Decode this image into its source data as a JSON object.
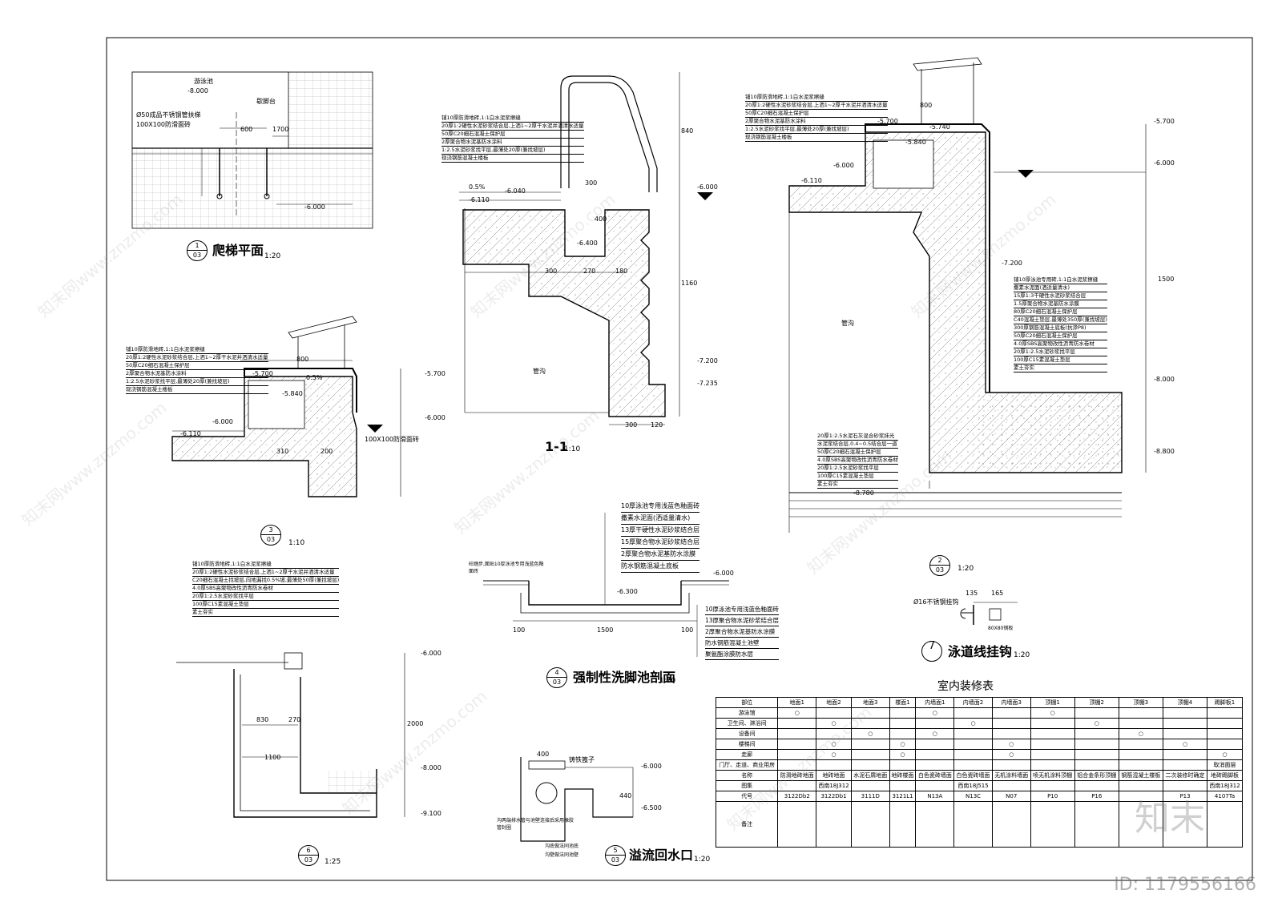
{
  "titles": {
    "ladder_plan": "爬梯平面",
    "section_1_1": "1-1",
    "footbath": "强制性洗脚池剖面",
    "overflow": "溢流回水口",
    "lane_hook": "泳道线挂钩",
    "table": "室内装修表"
  },
  "scales": {
    "s20": "1:20",
    "s10": "1:10",
    "s25": "1:25"
  },
  "bubbles": {
    "b1": "1",
    "b2": "2",
    "b3": "3",
    "b4": "4",
    "b5": "5",
    "b6": "6",
    "b7": "7",
    "sheet": "03"
  },
  "labels": {
    "pool": "游泳池",
    "minus_8": "-8.000",
    "minus_6": "-6.000",
    "minus_6300": "-6.300",
    "minus_6040": "-6.040",
    "minus_6110": "-6.110",
    "minus_6400": "-6.400",
    "minus_5700": "-5.700",
    "minus_5740": "-5.740",
    "minus_5840": "-5.840",
    "minus_7200": "-7.200",
    "minus_7235": "-7.235",
    "minus_8780": "-8.780",
    "minus_8800": "-8.800",
    "minus_9100": "-9.100",
    "minus_6500": "-6.500",
    "handrail": "Ø50成品不锈钢管扶梯",
    "tile": "100X100防滑面砖",
    "ladder": "歇脚台",
    "pipe_trench": "管沟",
    "hook_steel": "Ø16不锈钢挂钩",
    "d600": "600",
    "d1700": "1700",
    "d800": "800",
    "d300": "300",
    "d270": "270",
    "d180": "180",
    "d400": "400",
    "d1500": "1500",
    "d100": "100",
    "d830": "830",
    "d1100": "1100",
    "d2000": "2000",
    "d1160": "1160",
    "d840": "840",
    "d135": "135",
    "d165": "165",
    "d440": "440",
    "d0_5": "0.5%",
    "grate": "铸铁篦子",
    "pipe_note": "沟两端排水管与池壁连接后采用橡胶管封圈",
    "trench_note1": "沟底做法同池底",
    "trench_note2": "沟壁做法同池壁",
    "hook_plate": "80X80钢板"
  },
  "footbath_layers": [
    "10厚泳池专用浅蓝色釉面砖",
    "撒素水泥面(洒适量清水)",
    "13厚干硬性水泥砂浆结合层",
    "15厚聚合物水泥砂浆结合层",
    "2厚聚合物水泥基防水涂膜",
    "防水钢筋混凝土底板"
  ],
  "footbath_layers_b": [
    "10厚泳池专用浅蓝色釉面砖",
    "13厚聚合物水泥砂浆结合层",
    "2厚聚合物水泥基防水涂膜",
    "防水钢筋混凝土池壁",
    "聚氨酯涂膜防水层"
  ],
  "footbath_left": "砼踏步,面贴10厚泳池专用浅蓝色釉面砖",
  "table": {
    "header": [
      "部位",
      "地面1",
      "地面2",
      "地面3",
      "楼面1",
      "内墙面1",
      "内墙面2",
      "内墙面3",
      "顶棚1",
      "顶棚2",
      "顶棚3",
      "顶棚4",
      "踢脚板1"
    ],
    "rows": [
      {
        "name": "游泳馆",
        "marks": [
          1,
          0,
          0,
          0,
          1,
          0,
          0,
          1,
          0,
          0,
          0,
          0
        ]
      },
      {
        "name": "卫生间、淋浴间",
        "marks": [
          0,
          1,
          0,
          0,
          0,
          1,
          0,
          0,
          1,
          0,
          0,
          0
        ]
      },
      {
        "name": "设备间",
        "marks": [
          0,
          0,
          1,
          0,
          1,
          0,
          0,
          0,
          0,
          1,
          0,
          0
        ]
      },
      {
        "name": "楼梯间",
        "marks": [
          0,
          1,
          0,
          1,
          0,
          0,
          1,
          0,
          0,
          0,
          1,
          0
        ]
      },
      {
        "name": "走廊",
        "marks": [
          0,
          1,
          0,
          1,
          0,
          0,
          1,
          0,
          0,
          0,
          0,
          1
        ]
      },
      {
        "name": "门厅、走道、商业用房",
        "marks": [
          0,
          0,
          0,
          0,
          0,
          0,
          0,
          0,
          0,
          0,
          0,
          0
        ],
        "note": "取消面层"
      }
    ],
    "method_label": "名称",
    "method": [
      "防滑地砖地面",
      "地砖地面",
      "水泥石屑地面",
      "地砖楼面",
      "白色瓷砖墙面",
      "白色瓷砖墙面",
      "无机涂料墙面",
      "喷无机涂料顶棚",
      "铝合金条形顶棚",
      "钢筋混凝土楼板",
      "二次装修时确定",
      "地砖踢脚板"
    ],
    "atlas_label": "图集",
    "atlas": [
      "",
      "西南18J312",
      "",
      "",
      "",
      "西南18J515",
      "",
      "",
      "",
      "",
      "",
      "西南18J312"
    ],
    "code_label": "代号",
    "codes": [
      "3122Db2",
      "3122Db1",
      "3111D",
      "3121L1",
      "N13A",
      "N13C",
      "N07",
      "P10",
      "P16",
      "",
      "P13",
      "4107Ta"
    ],
    "remark_label": "备注"
  },
  "logo": "知末",
  "id_text": "ID: 1179556166",
  "watermark": "知末网www.znzmo.com"
}
